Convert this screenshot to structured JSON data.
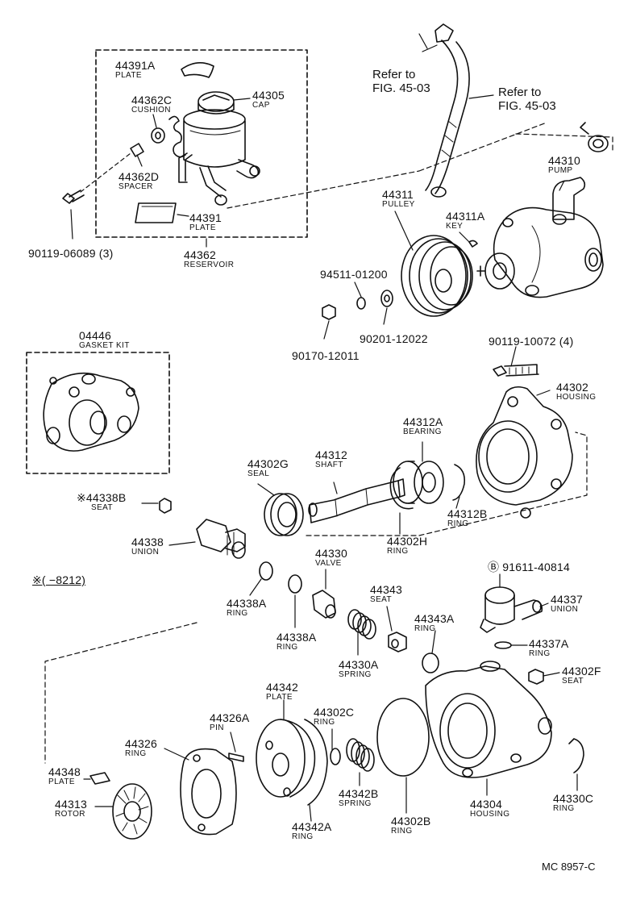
{
  "diagram": {
    "code": "MC 8957-C",
    "note": "※(     −8212)",
    "refs": [
      {
        "l1": "Refer to",
        "l2": "FIG. 45-03"
      },
      {
        "l1": "Refer to",
        "l2": "FIG. 45-03"
      }
    ],
    "parts": {
      "p44391A": {
        "num": "44391A",
        "name": "PLATE"
      },
      "p44305": {
        "num": "44305",
        "name": "CAP"
      },
      "p44362C": {
        "num": "44362C",
        "name": "CUSHION"
      },
      "p44362D": {
        "num": "44362D",
        "name": "SPACER"
      },
      "p44391": {
        "num": "44391",
        "name": "PLATE"
      },
      "p44362": {
        "num": "44362",
        "name": "RESERVOIR"
      },
      "p9011906089": {
        "num": "90119-06089 (3)"
      },
      "p44311": {
        "num": "44311",
        "name": "PULLEY"
      },
      "p44311A": {
        "num": "44311A",
        "name": "KEY"
      },
      "p44310": {
        "num": "44310",
        "name": "PUMP"
      },
      "p9451101200": {
        "num": "94511-01200"
      },
      "p9020112022": {
        "num": "90201-12022"
      },
      "p9017012011": {
        "num": "90170-12011"
      },
      "p9011910072": {
        "num": "90119-10072 (4)"
      },
      "p04446": {
        "num": "04446",
        "name": "GASKET KIT"
      },
      "p44302": {
        "num": "44302",
        "name": "HOUSING"
      },
      "p44312A": {
        "num": "44312A",
        "name": "BEARING"
      },
      "p44312": {
        "num": "44312",
        "name": "SHAFT"
      },
      "p44302G": {
        "num": "44302G",
        "name": "SEAL"
      },
      "p44312B": {
        "num": "44312B",
        "name": "RING"
      },
      "p44302H": {
        "num": "44302H",
        "name": "RING"
      },
      "p44338B": {
        "num": "※44338B",
        "name": "SEAT"
      },
      "p44338": {
        "num": "44338",
        "name": "UNION"
      },
      "p44330": {
        "num": "44330",
        "name": "VALVE"
      },
      "p9161140814": {
        "num": "Ⓑ 91611-40814"
      },
      "p44338A1": {
        "num": "44338A",
        "name": "RING"
      },
      "p44338A2": {
        "num": "44338A",
        "name": "RING"
      },
      "p44343": {
        "num": "44343",
        "name": "SEAT"
      },
      "p44337": {
        "num": "44337",
        "name": "UNION"
      },
      "p44343A": {
        "num": "44343A",
        "name": "RING"
      },
      "p44330A": {
        "num": "44330A",
        "name": "SPRING"
      },
      "p44337A": {
        "num": "44337A",
        "name": "RING"
      },
      "p44302F": {
        "num": "44302F",
        "name": "SEAT"
      },
      "p44342": {
        "num": "44342",
        "name": "PLATE"
      },
      "p44326A": {
        "num": "44326A",
        "name": "PIN"
      },
      "p44302C": {
        "num": "44302C",
        "name": "RING"
      },
      "p44326": {
        "num": "44326",
        "name": "RING"
      },
      "p44348": {
        "num": "44348",
        "name": "PLATE"
      },
      "p44313": {
        "num": "44313",
        "name": "ROTOR"
      },
      "p44342B": {
        "num": "44342B",
        "name": "SPRING"
      },
      "p44302B": {
        "num": "44302B",
        "name": "RING"
      },
      "p44304": {
        "num": "44304",
        "name": "HOUSING"
      },
      "p44330C": {
        "num": "44330C",
        "name": "RING"
      },
      "p44342A": {
        "num": "44342A",
        "name": "RING"
      }
    }
  }
}
